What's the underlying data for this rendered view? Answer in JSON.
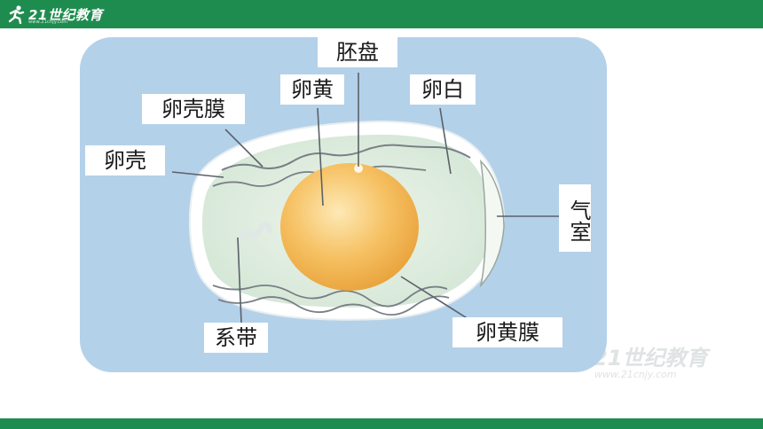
{
  "header": {
    "logo_text": "21世纪教育",
    "logo_sub": "www.21cnjy.com"
  },
  "watermark": {
    "text": "21世纪教育",
    "sub": "www.21cnjy.com"
  },
  "labels": {
    "embryo_disc": "胚盘",
    "yolk": "卵黄",
    "albumen": "卵白",
    "shell_membrane": "卵壳膜",
    "shell": "卵壳",
    "air_cell": "气室",
    "chalaza": "系带",
    "yolk_membrane": "卵黄膜"
  },
  "colors": {
    "header_green": "#1f8c4f",
    "figure_bg": "#b4d1ea",
    "yolk": "#f2b44a",
    "albumen": "#e6efe2"
  }
}
